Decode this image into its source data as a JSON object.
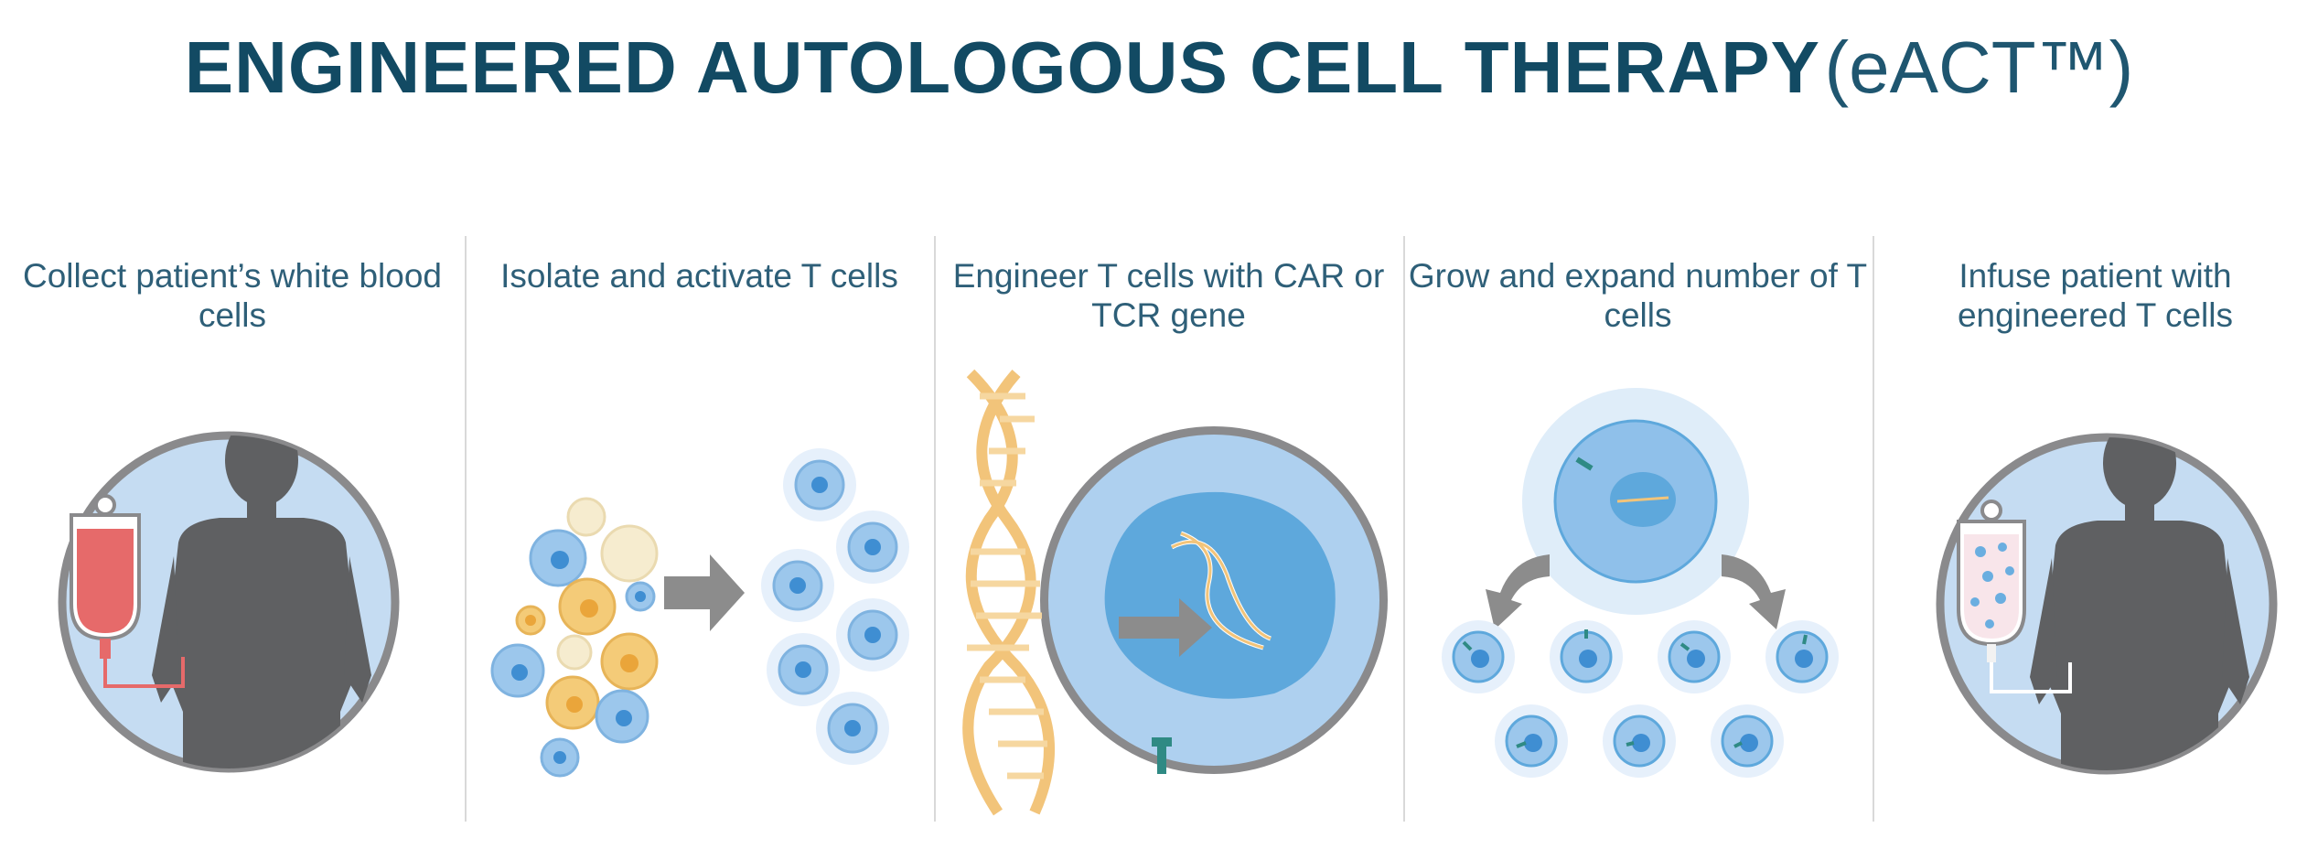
{
  "title": {
    "bold": "ENGINEERED AUTOLOGOUS CELL THERAPY",
    "light": "(eACT™)"
  },
  "steps": [
    {
      "label": "Collect patient’s white blood cells",
      "icon": "blood-collection-icon"
    },
    {
      "label": "Isolate and activate T cells",
      "icon": "cell-activation-icon"
    },
    {
      "label": "Engineer T cells with CAR or TCR gene",
      "icon": "dna-engineering-icon"
    },
    {
      "label": "Grow and expand number of T cells",
      "icon": "cell-expansion-icon"
    },
    {
      "label": "Infuse patient with engineered T cells",
      "icon": "infusion-icon"
    }
  ],
  "colors": {
    "title": "#124a63",
    "label": "#2e5f78",
    "circle_fill": "#c5dcf2",
    "ring": "#8a8a8c",
    "silhouette": "#5f6062",
    "blood": "#e66a6a",
    "cell_blue": "#6aaee0",
    "cell_yellow": "#f1c36a",
    "arrow": "#8c8c8c",
    "dna": "#f2c47a"
  }
}
